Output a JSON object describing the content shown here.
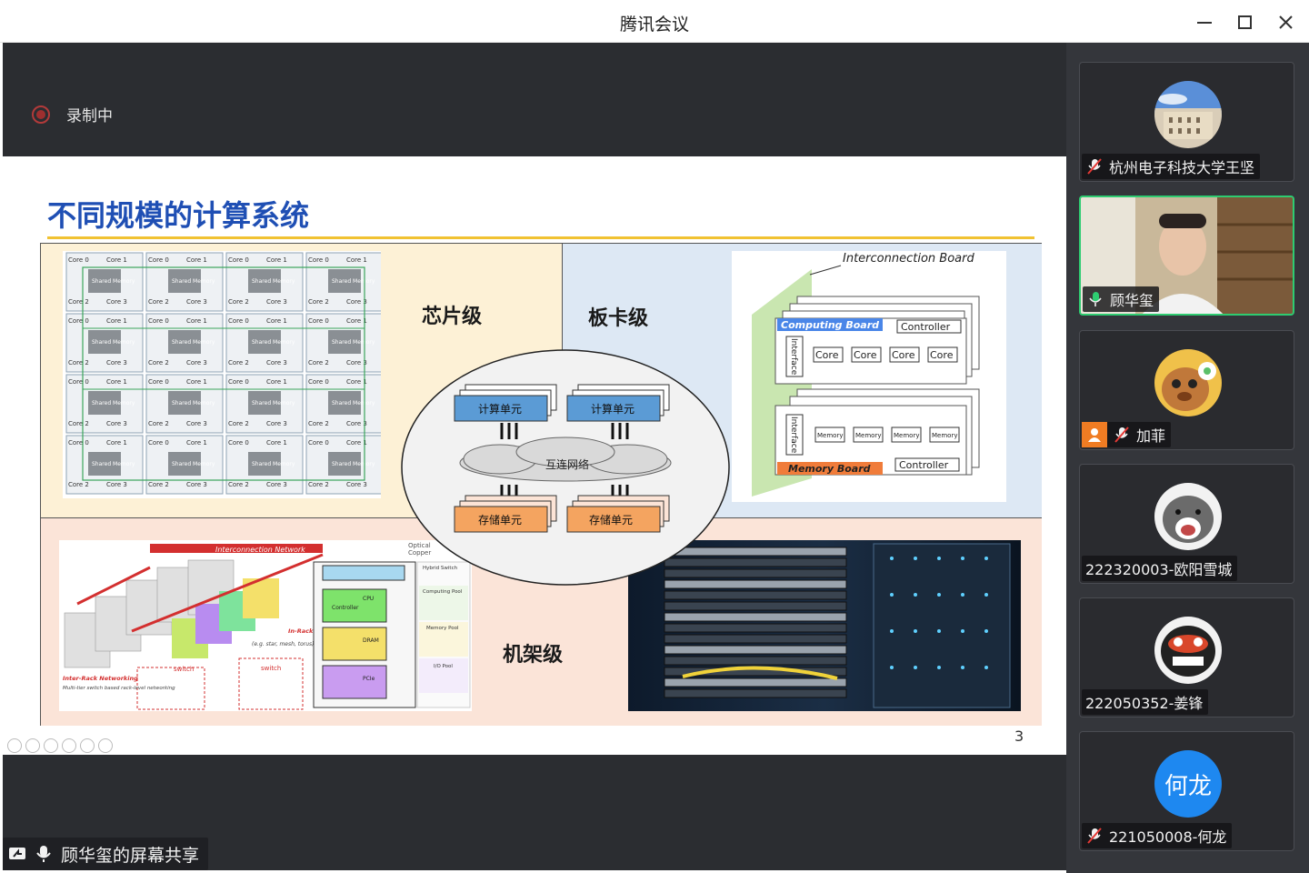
{
  "window": {
    "title": "腾讯会议",
    "minimize_icon": "minimize-icon",
    "maximize_icon": "maximize-icon",
    "close_icon": "close-icon"
  },
  "recording": {
    "status": "录制中",
    "icon": "record-icon",
    "color": "#b23a3a"
  },
  "slide": {
    "title": "不同规模的计算系统",
    "page_number": "3",
    "levels": {
      "chip": "芯片级",
      "board": "板卡级",
      "rack": "机架级"
    },
    "center_diagram": {
      "compute_unit": "计算单元",
      "interconnect": "互连网络",
      "storage_unit": "存储单元"
    },
    "chip_grid": {
      "core_labels": [
        "Core 0",
        "Core 1",
        "Core 2",
        "Core 3"
      ],
      "shared_memory": "Shared Memory"
    },
    "board_diagram": {
      "interconnection_board": "Interconnection Board",
      "computing_board": "Computing Board",
      "controller": "Controller",
      "interface": "Interface",
      "core": "Core",
      "memory": "Memory",
      "memory_board": "Memory Board"
    },
    "rack_diagram": {
      "interconnection_network": "Interconnection Network",
      "optical": "Optical",
      "copper": "Copper",
      "hybrid_switch": "Hybrid Switch",
      "computing_pool": "Computing Pool",
      "memory_pool": "Memory Pool",
      "io_pool": "I/O Pool",
      "in_rack": "In-Rack Interconnection",
      "in_rack_eg": "(e.g. star, mesh, torus)",
      "inter_rack": "Inter-Rack Networking",
      "inter_rack_desc": "Multi-tier switch based rack-level networking",
      "switch": "switch",
      "controller": "Controller",
      "cpu": "CPU",
      "dram": "DRAM",
      "pcie": "PCIe"
    },
    "accent_color": "#1f4fb4"
  },
  "screen_share": {
    "label": "顾华玺的屏幕共享",
    "share_icon": "screen-share-icon",
    "mic_icon": "microphone-icon"
  },
  "participants": [
    {
      "name": "杭州电子科技大学王坚",
      "mic": "mic-muted-icon",
      "avatar": "building-photo"
    },
    {
      "name": "顾华玺",
      "mic": "microphone-icon",
      "avatar": "video-feed",
      "active": true
    },
    {
      "name": "加菲",
      "mic": "mic-muted-icon",
      "avatar": "cartoon-bear",
      "badge": "host-icon"
    },
    {
      "name": "222320003-欧阳雪城",
      "mic": "",
      "avatar": "dog-photo"
    },
    {
      "name": "222050352-姜锋",
      "mic": "",
      "avatar": "cartoon-face"
    },
    {
      "name": "221050008-何龙",
      "mic": "mic-muted-icon",
      "avatar": "text-avatar",
      "avatar_text": "何龙",
      "avatar_color": "#1e88f0"
    }
  ]
}
